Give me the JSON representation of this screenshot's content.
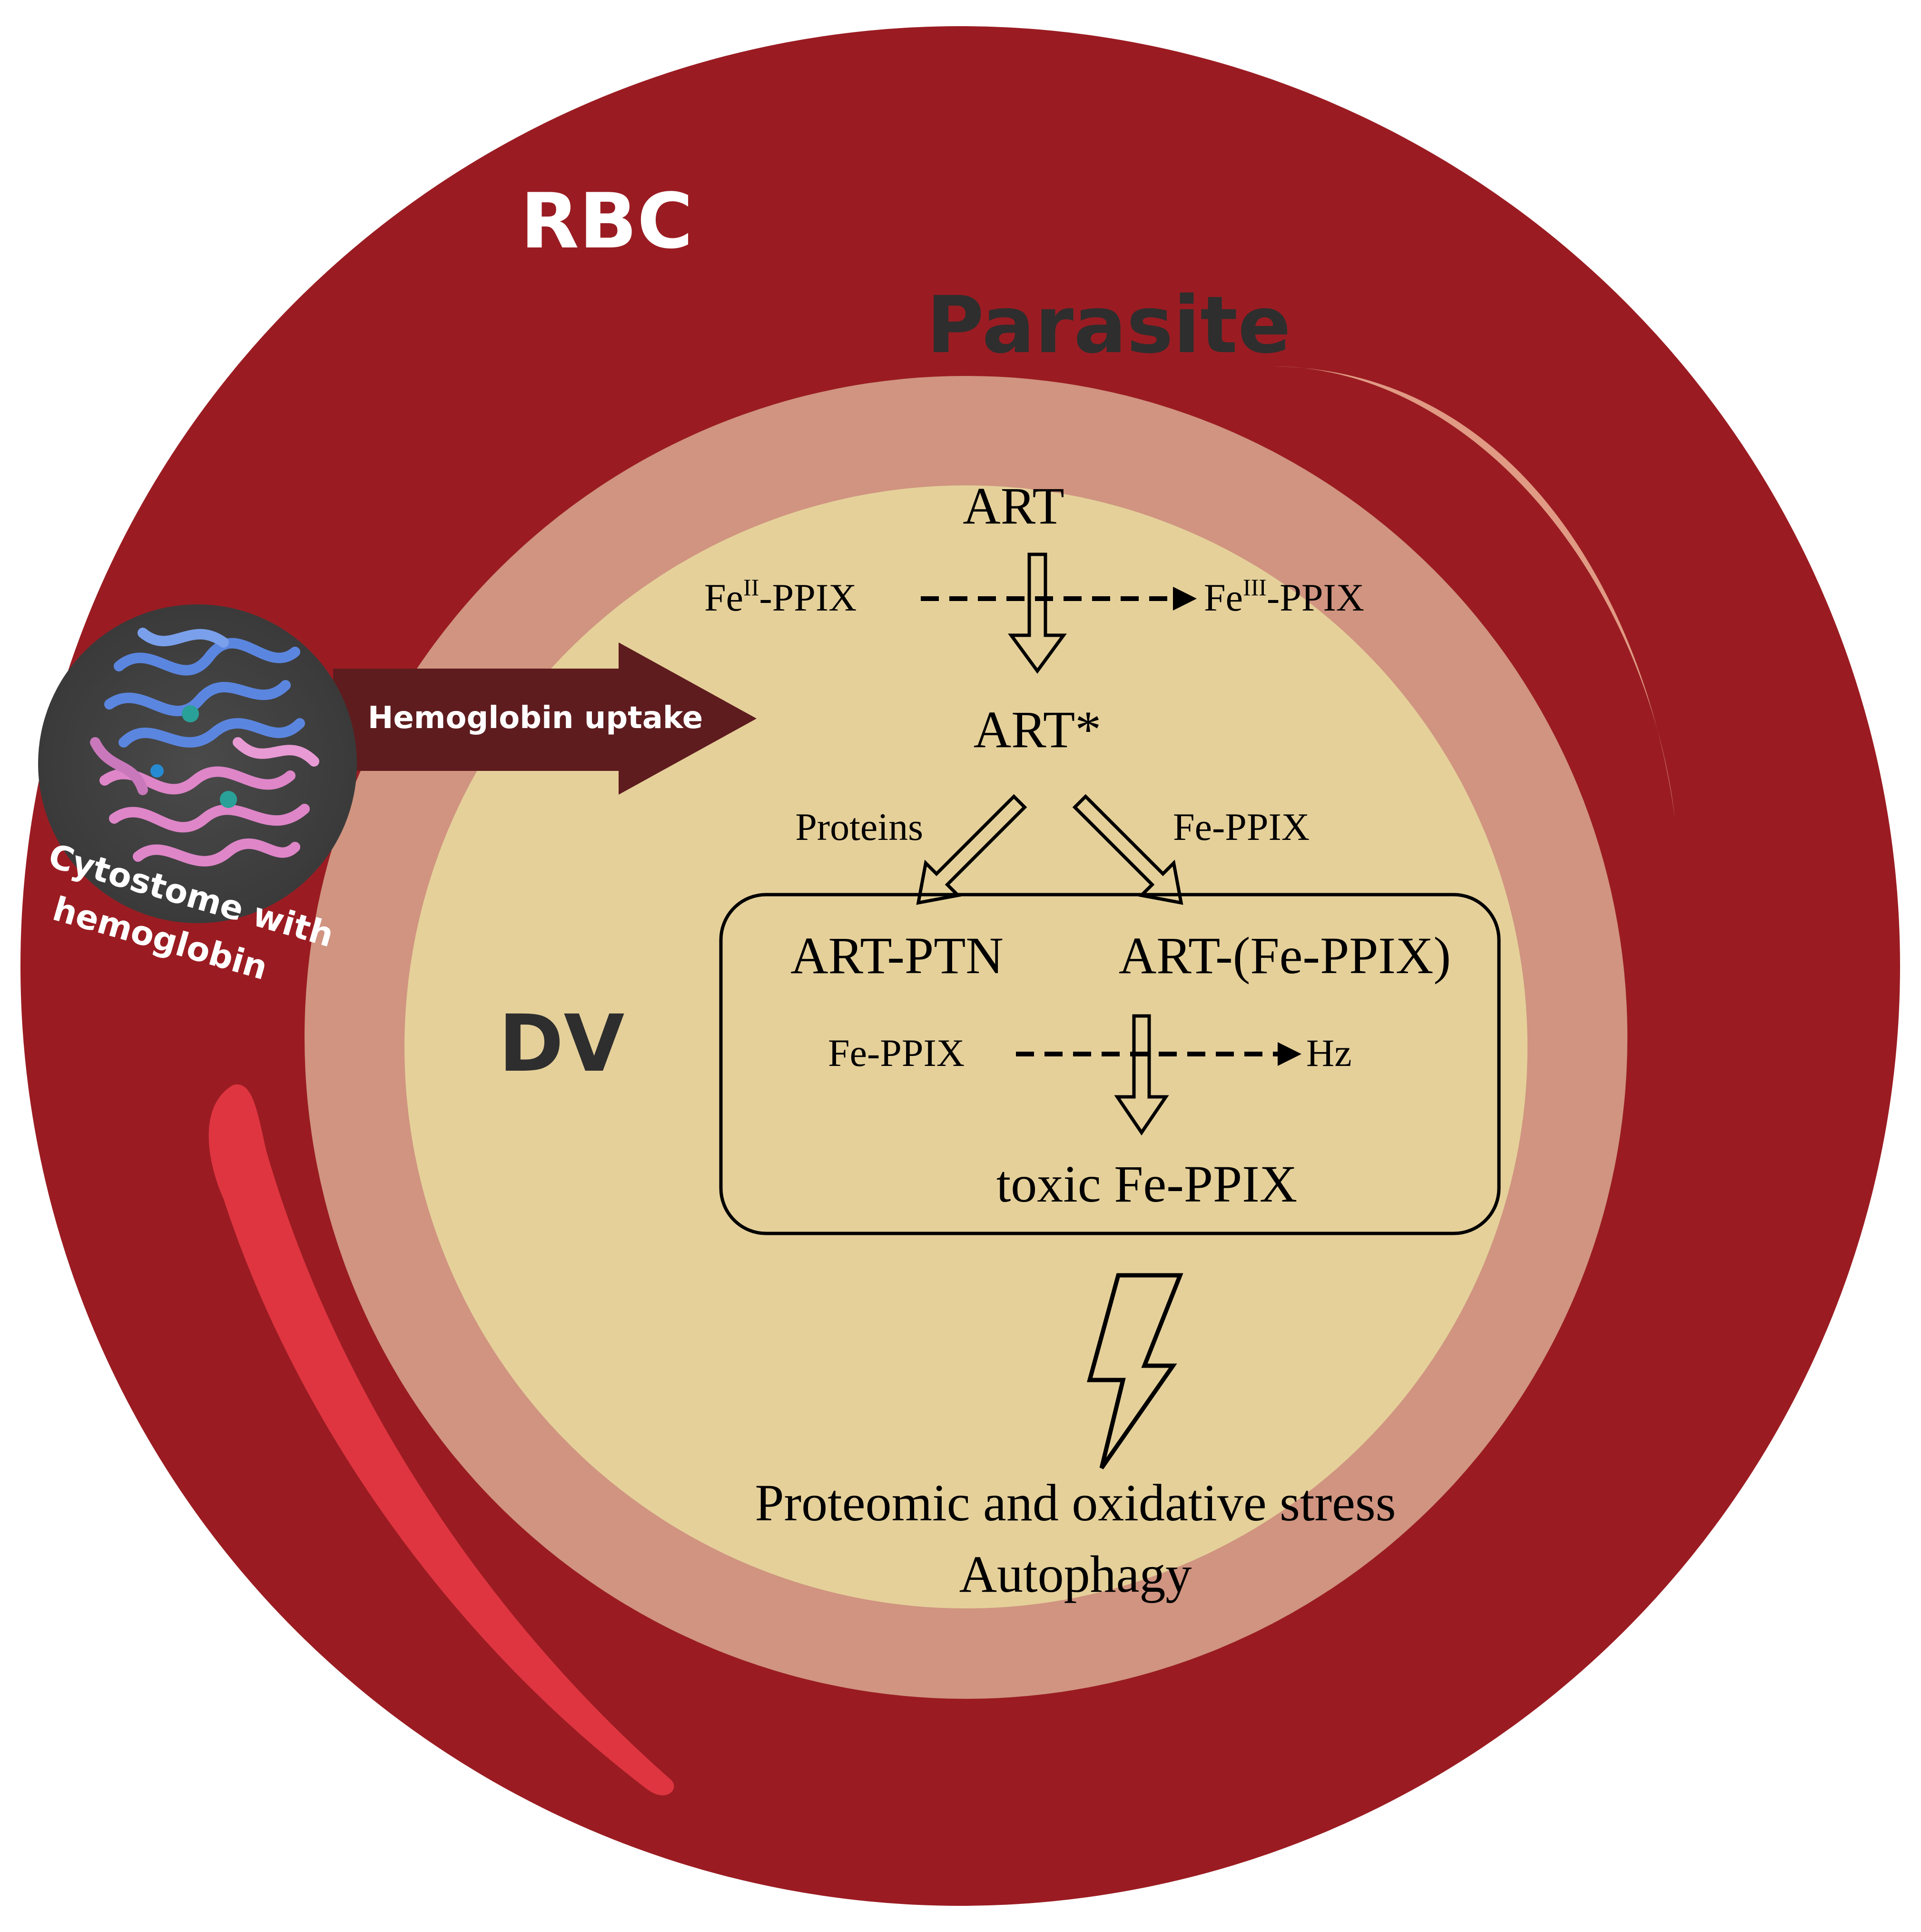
{
  "compartments": {
    "rbc": {
      "label": "RBC",
      "color": "#9a1c22"
    },
    "parasite": {
      "label": "Parasite",
      "color": "#d09480"
    },
    "dv": {
      "label": "DV",
      "color": "#e5d09a"
    }
  },
  "cytostome": {
    "label_line1": "Cytostome with",
    "label_line2": "hemoglobin",
    "structure_colors": [
      "#5b86e0",
      "#de86c8"
    ]
  },
  "uptake_arrow": {
    "label": "Hemoglobin uptake",
    "color": "#5e1c1e"
  },
  "pathway": {
    "art": "ART",
    "fe2": {
      "prefix": "Fe",
      "superscript": "II",
      "suffix": "-PPIX"
    },
    "fe3": {
      "prefix": "Fe",
      "superscript": "III",
      "suffix": "-PPIX"
    },
    "art_activated": "ART*",
    "proteins": "Proteins",
    "fe_ppix_branch": "Fe-PPIX",
    "art_ptn": "ART-PTN",
    "art_fe_ppix": "ART-(Fe-PPIX)",
    "fe_ppix": "Fe-PPIX",
    "hz": "Hz",
    "toxic": "toxic Fe-PPIX",
    "outcome_line1": "Proteomic and oxidative stress",
    "outcome_line2": "Autophagy"
  },
  "lightning_icon": "lightning-bolt-icon"
}
